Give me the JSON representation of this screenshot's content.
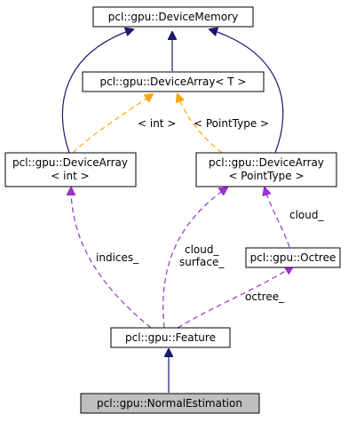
{
  "colors": {
    "inheritance": "#191970",
    "template": "#ffa500",
    "usage": "#9932cc",
    "highlight_fill": "#bfbfbf"
  },
  "nodes": {
    "device_memory": "pcl::gpu::DeviceMemory",
    "device_array_T": "pcl::gpu::DeviceArray< T >",
    "device_array_int_line1": "pcl::gpu::DeviceArray",
    "device_array_int_line2": "< int >",
    "device_array_pt_line1": "pcl::gpu::DeviceArray",
    "device_array_pt_line2": "< PointType >",
    "octree": "pcl::gpu::Octree",
    "feature": "pcl::gpu::Feature",
    "normal_estimation": "pcl::gpu::NormalEstimation"
  },
  "edge_labels": {
    "int_template": "< int >",
    "pointtype_template": "< PointType >",
    "cloud": "cloud_",
    "cloud_surface_line1": "cloud_",
    "cloud_surface_line2": "surface_",
    "indices": "indices_",
    "octree": "octree_"
  }
}
